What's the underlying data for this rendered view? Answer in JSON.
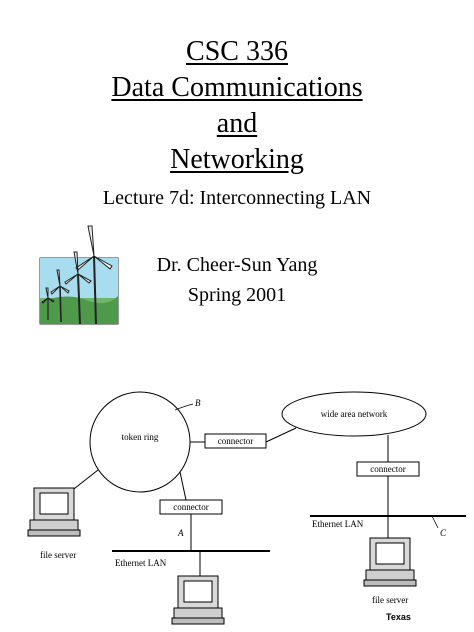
{
  "slide": {
    "title_lines": [
      "CSC 336",
      "Data Communications",
      "and",
      "Networking"
    ],
    "lecture": "Lecture 7d: Interconnecting LAN",
    "author": "Dr. Cheer-Sun Yang",
    "term": "Spring 2001"
  },
  "diagram": {
    "token_ring": "token ring",
    "wide_area_network": "wide area network",
    "connector_top": "connector",
    "connector_right": "connector",
    "connector_left": "connector",
    "ethernet_left": "Ethernet LAN",
    "ethernet_right": "Ethernet LAN",
    "file_server_left": "file server",
    "file_server_right": "file server",
    "point_a": "A",
    "point_b": "B",
    "point_c": "C",
    "texas": "Texas"
  },
  "icons": [
    "wind-turbines-clipart-icon",
    "computer-icon"
  ]
}
